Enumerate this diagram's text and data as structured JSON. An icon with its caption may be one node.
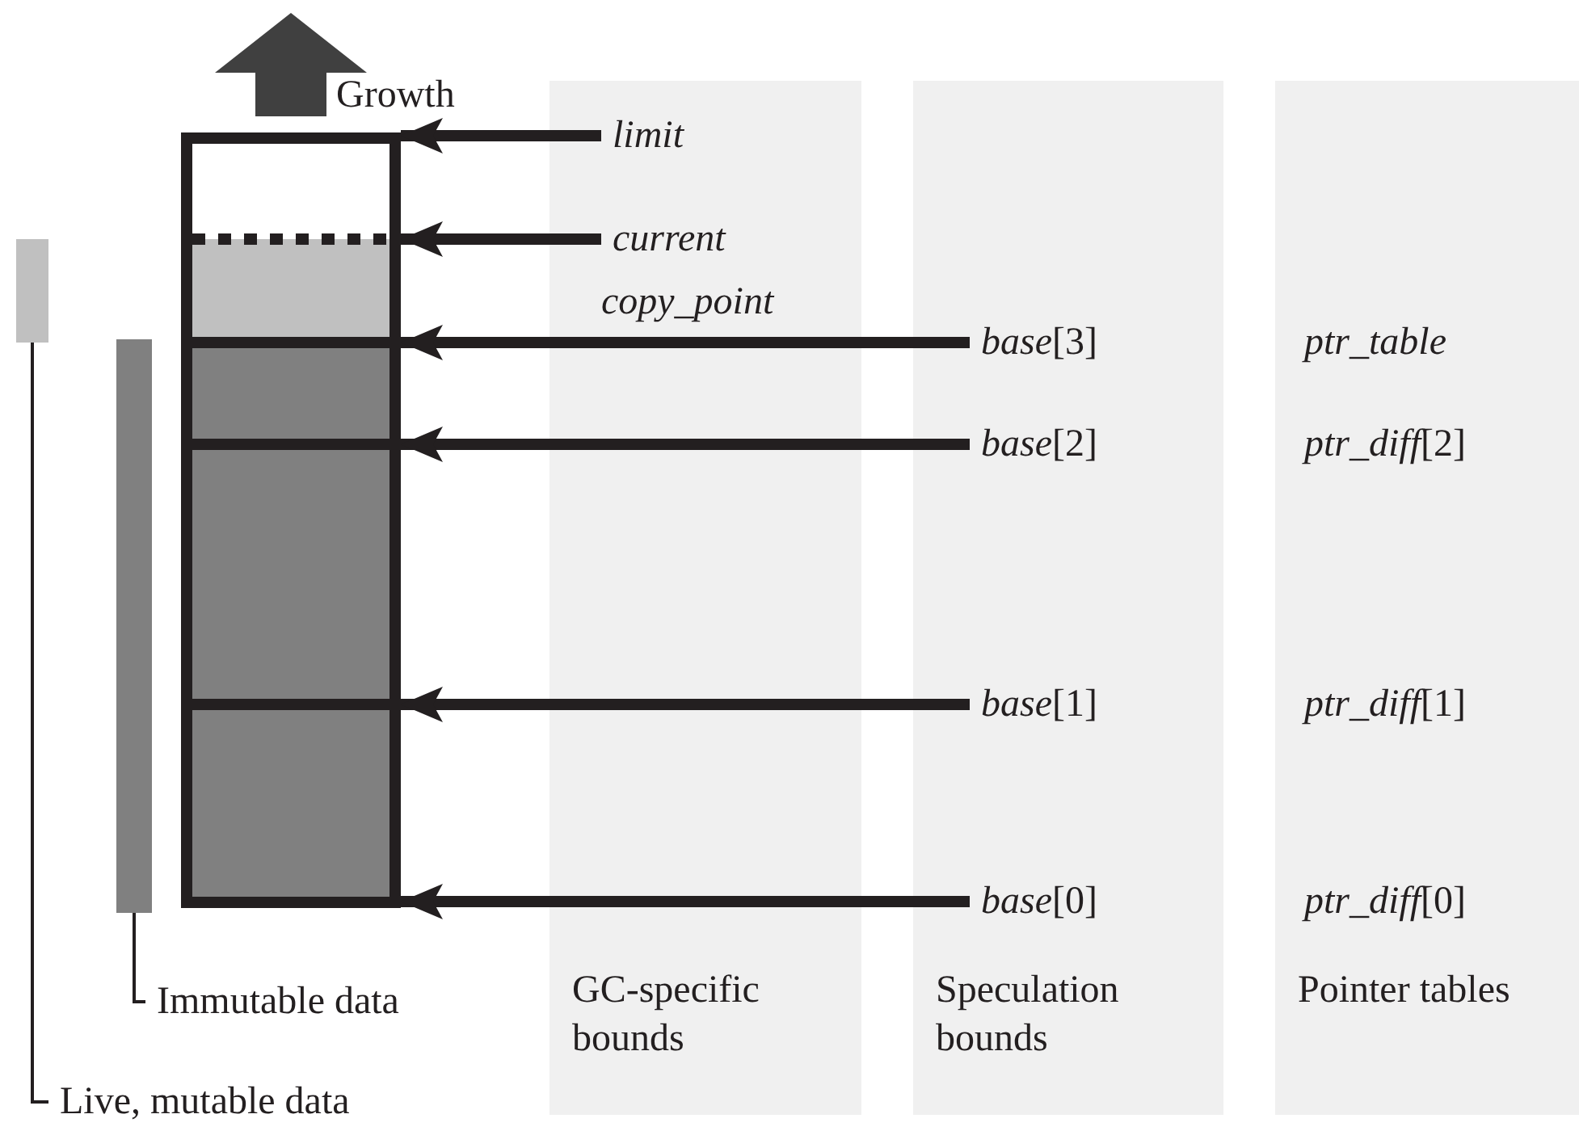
{
  "diagram": {
    "nodes": [
      {
        "text": [],
        "shape": "bar"
      },
      {
        "text": [],
        "shape": "bar"
      },
      {
        "text": [],
        "shape": "box"
      },
      {
        "text": [
          "GC-specific bounds"
        ]
      },
      {
        "text": [
          "limit"
        ],
        "in": 3
      },
      {
        "text": [
          "current"
        ],
        "in": 3
      },
      {
        "text": [
          "Speculation bounds"
        ]
      },
      {
        "text": [
          "*base*[3]"
        ],
        "in": 6
      },
      {
        "text": [
          "*base*[2]"
        ],
        "in": 6
      },
      {
        "text": [
          "*base*[1]"
        ],
        "in": 6
      },
      {
        "text": [
          "*base*[0]"
        ],
        "in": 6
      },
      {
        "text": [
          "Pointer tables"
        ]
      },
      {
        "text": [
          "ptr_table"
        ],
        "in": 11
      },
      {
        "text": [
          "*ptr_diff*[2]"
        ],
        "in": 11
      },
      {
        "text": [
          "*ptr_diff*[1]"
        ],
        "in": 11
      },
      {
        "text": [
          "*ptr_diff*[0]"
        ],
        "in": 11
      },
      {
        "text": [
          "Immutable data"
        ]
      },
      {
        "text": [
          "Live, mutable data"
        ]
      }
    ],
    "edges": [
      {
        "from": 4,
        "to": 2,
        "arrow": "to"
      },
      {
        "from": 5,
        "to": 2,
        "arrow": "to"
      },
      {
        "from": 7,
        "to": 2,
        "arrow": "to",
        "label": "copy_point"
      },
      {
        "from": 8,
        "to": 2,
        "arrow": "to"
      },
      {
        "from": 9,
        "to": 2,
        "arrow": "to"
      },
      {
        "from": 10,
        "to": 2,
        "arrow": "to"
      },
      {
        "from": 16,
        "to": 1,
        "arrow": "none"
      },
      {
        "from": 17,
        "to": 0,
        "arrow": "none"
      }
    ],
    "labels": [
      "Growth"
    ]
  }
}
